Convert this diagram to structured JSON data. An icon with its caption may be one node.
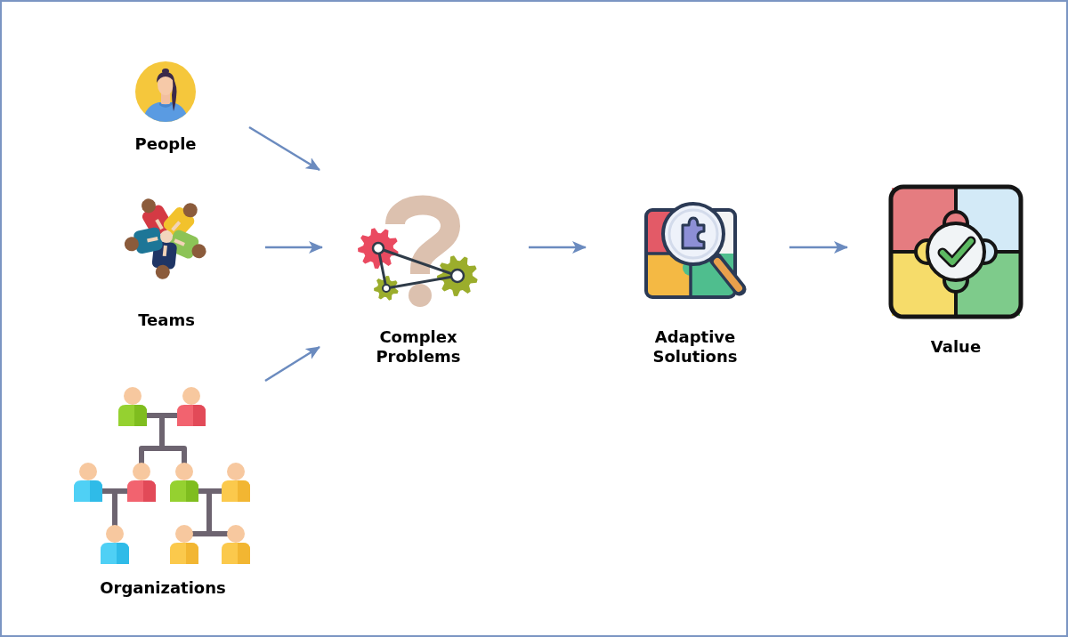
{
  "diagram": {
    "nodes": [
      {
        "text": [
          "People"
        ]
      },
      {
        "text": [
          "Teams"
        ]
      },
      {
        "text": [
          "Organizations"
        ]
      },
      {
        "text": [
          "Complex Problems"
        ]
      },
      {
        "text": [
          "Adaptive Solutions"
        ]
      },
      {
        "text": [
          "Value"
        ]
      }
    ],
    "edges": [
      {
        "from": 0,
        "to": 3,
        "arrow": "to"
      },
      {
        "from": 1,
        "to": 3,
        "arrow": "to"
      },
      {
        "from": 2,
        "to": 3,
        "arrow": "to"
      },
      {
        "from": 3,
        "to": 4,
        "arrow": "to"
      },
      {
        "from": 4,
        "to": 5,
        "arrow": "to"
      }
    ]
  }
}
